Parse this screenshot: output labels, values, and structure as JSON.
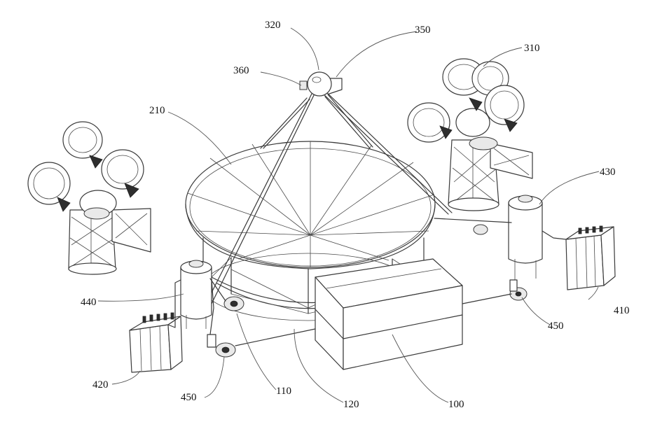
{
  "labels": {
    "l320": "320",
    "l350": "350",
    "l310": "310",
    "l360": "360",
    "l210": "210",
    "l430": "430",
    "l440": "440",
    "l410": "410",
    "l450a": "450",
    "l420": "420",
    "l450b": "450",
    "l110": "110",
    "l120": "120",
    "l100": "100"
  }
}
